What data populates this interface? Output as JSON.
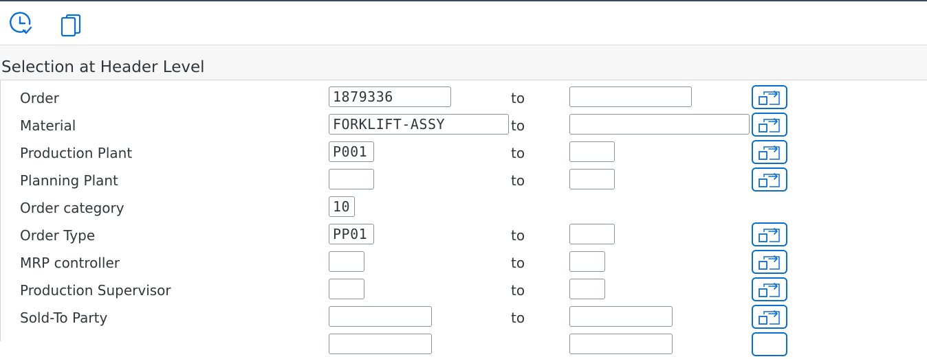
{
  "toolbar": {
    "icons": [
      {
        "name": "execute-clock-icon"
      },
      {
        "name": "copy-icon"
      }
    ]
  },
  "section": {
    "title": "Selection at Header Level"
  },
  "to_label": "to",
  "rows": [
    {
      "label": "Order",
      "from": "1879336",
      "to": "",
      "has_to": true
    },
    {
      "label": "Material",
      "from": "FORKLIFT-ASSY",
      "to": "",
      "has_to": true
    },
    {
      "label": "Production Plant",
      "from": "P001",
      "to": "",
      "has_to": true
    },
    {
      "label": "Planning Plant",
      "from": "",
      "to": "",
      "has_to": true
    },
    {
      "label": "Order category",
      "from": "10",
      "has_to": false
    },
    {
      "label": "Order Type",
      "from": "PP01",
      "to": "",
      "has_to": true
    },
    {
      "label": "MRP controller",
      "from": "",
      "to": "",
      "has_to": true
    },
    {
      "label": "Production Supervisor",
      "from": "",
      "to": "",
      "has_to": true
    },
    {
      "label": "Sold-To Party",
      "from": "",
      "to": "",
      "has_to": true
    }
  ],
  "colors": {
    "accent": "#0a6ed1",
    "field_border": "#89919a",
    "header_line": "#354a5f"
  }
}
